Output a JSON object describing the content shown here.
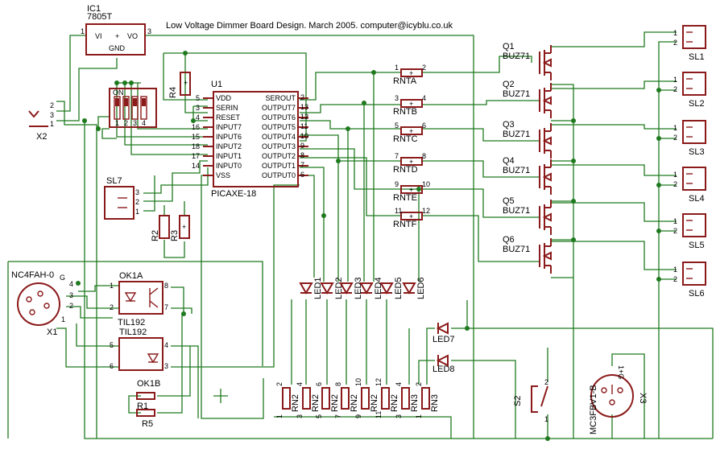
{
  "title": "Low Voltage Dimmer Board Design. March 2005. computer@icyblu.co.uk",
  "regulator": {
    "name": "IC1",
    "value": "7805T",
    "vi": "VI",
    "vo": "VO",
    "gnd": "GND",
    "plus": "+",
    "p1": "1",
    "p3": "3"
  },
  "mcu": {
    "name": "U1",
    "value": "PICAXE-18",
    "left_pins": [
      {
        "num": "5",
        "label": "VDD"
      },
      {
        "num": "3",
        "label": "SERIN"
      },
      {
        "num": "4",
        "label": "RESET"
      },
      {
        "num": "16",
        "label": "INPUT7"
      },
      {
        "num": "15",
        "label": "INPUT6"
      },
      {
        "num": "18",
        "label": "INPUT2"
      },
      {
        "num": "17",
        "label": "INPUT1"
      },
      {
        "num": "14",
        "label": "INPUT0"
      },
      {
        "num": "",
        "label": "VSS"
      }
    ],
    "right_pins": [
      {
        "num": "2",
        "label": "SEROUT"
      },
      {
        "num": "13",
        "label": "OUTPUT7"
      },
      {
        "num": "12",
        "label": "OUTPUT6"
      },
      {
        "num": "11",
        "label": "OUTPUT5"
      },
      {
        "num": "10",
        "label": "OUTPUT4"
      },
      {
        "num": "9",
        "label": "OUTPUT3"
      },
      {
        "num": "8",
        "label": "OUTPUT2"
      },
      {
        "num": "7",
        "label": "OUTPUT1"
      },
      {
        "num": "6",
        "label": "OUTPUT0"
      }
    ]
  },
  "dip": {
    "on": "ON",
    "nums": [
      "1",
      "2",
      "3",
      "4"
    ]
  },
  "resistor_r4": "R4",
  "rnt": [
    {
      "name": "RNTA",
      "a": "1",
      "b": "2"
    },
    {
      "name": "RNTB",
      "a": "3",
      "b": "4"
    },
    {
      "name": "RNTC",
      "a": "5",
      "b": "6"
    },
    {
      "name": "RNTD",
      "a": "7",
      "b": "8"
    },
    {
      "name": "RNTE",
      "a": "9",
      "b": "10"
    },
    {
      "name": "RNTF",
      "a": "11",
      "b": "12"
    }
  ],
  "mosfets": [
    {
      "q": "Q1",
      "v": "BUZ71"
    },
    {
      "q": "Q2",
      "v": "BUZ71"
    },
    {
      "q": "Q3",
      "v": "BUZ71"
    },
    {
      "q": "Q4",
      "v": "BUZ71"
    },
    {
      "q": "Q5",
      "v": "BUZ71"
    },
    {
      "q": "Q6",
      "v": "BUZ71"
    }
  ],
  "outputs": [
    {
      "name": "SL1",
      "p1": "1",
      "p2": "2"
    },
    {
      "name": "SL2",
      "p1": "1",
      "p2": "2"
    },
    {
      "name": "SL3",
      "p1": "1",
      "p2": "2"
    },
    {
      "name": "SL4",
      "p1": "1",
      "p2": "2"
    },
    {
      "name": "SL5",
      "p1": "1",
      "p2": "2"
    },
    {
      "name": "SL6",
      "p1": "1",
      "p2": "2"
    }
  ],
  "power_conn": {
    "name": "X2",
    "p1": "1",
    "p2": "2",
    "p3": "3"
  },
  "sl7": {
    "name": "SL7",
    "p1": "1",
    "p2": "2",
    "p3": "3"
  },
  "r2": "R2",
  "r3": "R3",
  "xlr_in": {
    "name": "X1",
    "value": "NC4FAH-0",
    "g": "G",
    "p1": "1",
    "p2": "2",
    "p3": "3",
    "p4": "4"
  },
  "ok1a": {
    "name": "OK1A",
    "value": "TIL192",
    "p1": "1",
    "p2": "2",
    "p7": "7",
    "p8": "8"
  },
  "ok1b": {
    "name": "OK1B",
    "value": "TIL192",
    "p3": "3",
    "p4": "4",
    "p5": "5",
    "p6": "6"
  },
  "r1": "R1",
  "r5": "R5",
  "leds": [
    "LED1",
    "LED2",
    "LED3",
    "LED4",
    "LED5",
    "LED6"
  ],
  "led7": "LED7",
  "led8": "LED8",
  "rn2": [
    {
      "name": "RN2",
      "a": "1",
      "b": "2"
    },
    {
      "name": "RN2",
      "a": "3",
      "b": "4"
    },
    {
      "name": "RN2",
      "a": "5",
      "b": "6"
    },
    {
      "name": "RN2",
      "a": "7",
      "b": "8"
    },
    {
      "name": "RN2",
      "a": "9",
      "b": "10"
    },
    {
      "name": "RN2",
      "a": "11",
      "b": "12"
    },
    {
      "name": "RN3",
      "a": "3",
      "b": "4"
    },
    {
      "name": "RN3",
      "a": "1",
      "b": "2"
    }
  ],
  "s2": "S2",
  "xlr_out": {
    "name": "X3",
    "value": "MC3FBV1-B",
    "pins": "1+G",
    "p1": "1",
    "p2": "2"
  }
}
